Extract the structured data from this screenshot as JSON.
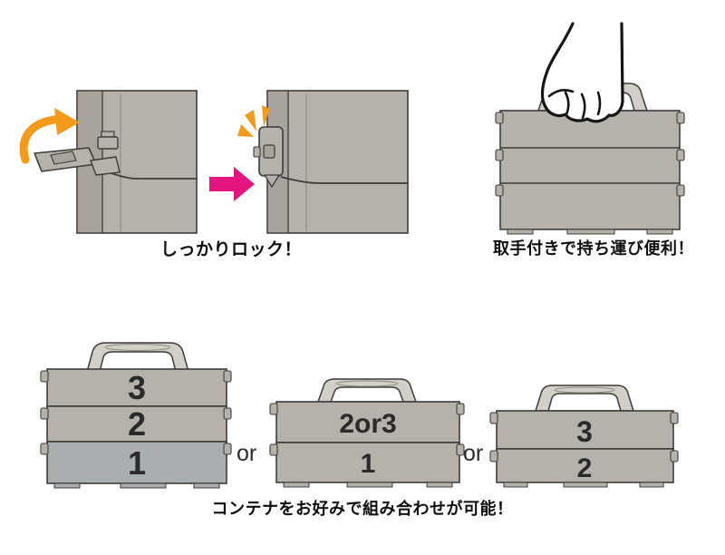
{
  "colors": {
    "container": "#b6b1ab",
    "container_side": "#a8a39d",
    "tier1_gray": "#a9aeb0",
    "outline": "#3d3c39",
    "handle": "#d2cfc8",
    "orange": "#f39a1b",
    "magenta": "#e41480",
    "label": "#2a2a2a",
    "caption": "#0e0e0e",
    "or_text": "#2b2b2b"
  },
  "lock_section": {
    "caption": "しっかりロック！"
  },
  "carry_section": {
    "caption": "取手付きで持ち運び便利！"
  },
  "combine_section": {
    "caption": "コンテナをお好みで組み合わせが可能！",
    "or_label": "or",
    "stacks": [
      {
        "tiers": [
          "3",
          "2",
          "1"
        ]
      },
      {
        "tiers": [
          "2or3",
          "1"
        ]
      },
      {
        "tiers": [
          "3",
          "2"
        ]
      }
    ]
  }
}
